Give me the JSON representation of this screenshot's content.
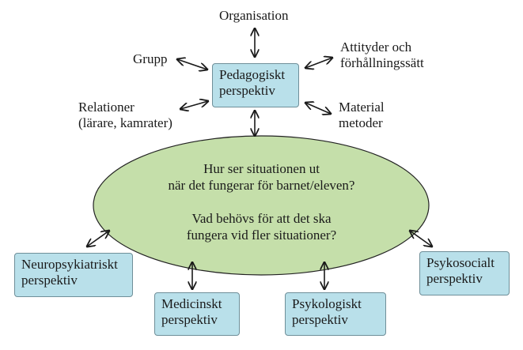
{
  "center": {
    "line1": "Hur ser situationen ut",
    "line2": "när det fungerar för barnet/eleven?",
    "line3": "Vad behövs för att det ska",
    "line4": "fungera vid fler situationer?"
  },
  "pedagogiskt_box": {
    "line1": "Pedagogiskt",
    "line2": "perspektiv"
  },
  "outer_labels": {
    "organisation": "Organisation",
    "grupp": "Grupp",
    "attityder_line1": "Attityder och",
    "attityder_line2": "förhållningssätt",
    "relationer_line1": "Relationer",
    "relationer_line2": "(lärare, kamrater)",
    "material_line1": "Material",
    "material_line2": "metoder"
  },
  "perspective_boxes": {
    "neuro_line1": "Neuropsykiatriskt",
    "neuro_line2": "perspektiv",
    "medicin_line1": "Medicinskt",
    "medicin_line2": "perspektiv",
    "psykolog_line1": "Psykologiskt",
    "psykolog_line2": "perspektiv",
    "psykosoc_line1": "Psykosocialt",
    "psykosoc_line2": "perspektiv"
  },
  "colors": {
    "ellipse_fill": "#c5dfaa",
    "box_fill": "#b9e0ea",
    "arrow": "#1a1a1a"
  }
}
